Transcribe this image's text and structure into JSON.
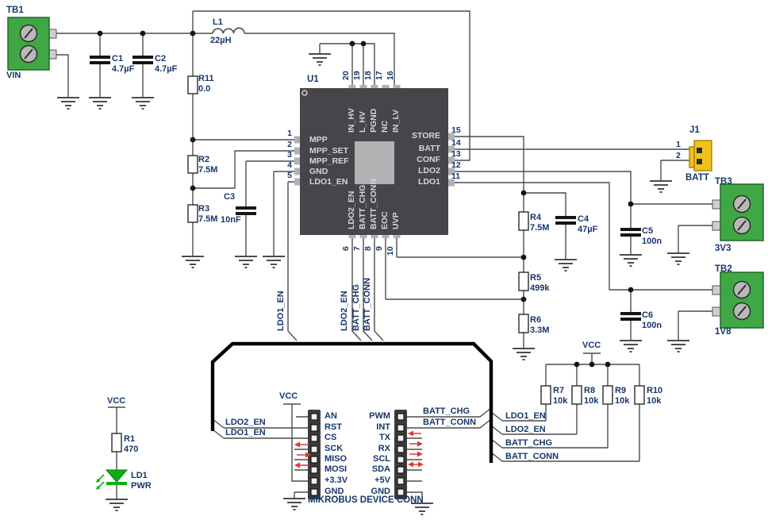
{
  "schematic": {
    "tb1": {
      "ref": "TB1",
      "net": "VIN"
    },
    "c1": {
      "ref": "C1",
      "val": "4.7µF"
    },
    "c2": {
      "ref": "C2",
      "val": "4.7µF"
    },
    "l1": {
      "ref": "L1",
      "val": "22µH"
    },
    "r11": {
      "ref": "R11",
      "val": "0.0"
    },
    "r2": {
      "ref": "R2",
      "val": "7.5M"
    },
    "r3": {
      "ref": "R3",
      "val": "7.5M"
    },
    "c3": {
      "ref": "C3",
      "val": "10nF"
    },
    "u1": {
      "ref": "U1",
      "left": [
        {
          "n": "1",
          "name": "MPP"
        },
        {
          "n": "2",
          "name": "MPP_SET"
        },
        {
          "n": "3",
          "name": "MPP_REF"
        },
        {
          "n": "4",
          "name": "GND"
        },
        {
          "n": "5",
          "name": "LDO1_EN"
        }
      ],
      "right": [
        {
          "n": "15",
          "name": "STORE"
        },
        {
          "n": "14",
          "name": "BATT"
        },
        {
          "n": "13",
          "name": "CONF"
        },
        {
          "n": "12",
          "name": "LDO2"
        },
        {
          "n": "11",
          "name": "LDO1"
        }
      ],
      "top": [
        {
          "n": "20",
          "name": "IN_HV"
        },
        {
          "n": "19",
          "name": "L_HV"
        },
        {
          "n": "18",
          "name": "PGND"
        },
        {
          "n": "17",
          "name": "NC"
        },
        {
          "n": "16",
          "name": "IN_LV"
        }
      ],
      "bottom": [
        {
          "n": "6",
          "name": "LDO2_EN"
        },
        {
          "n": "7",
          "name": "BATT_CHG"
        },
        {
          "n": "8",
          "name": "BATT_CONN"
        },
        {
          "n": "9",
          "name": "EOC"
        },
        {
          "n": "10",
          "name": "UVP"
        }
      ]
    },
    "r4": {
      "ref": "R4",
      "val": "7.5M"
    },
    "r5": {
      "ref": "R5",
      "val": "499k"
    },
    "r6": {
      "ref": "R6",
      "val": "3.3M"
    },
    "c4": {
      "ref": "C4",
      "val": "47µF"
    },
    "c5": {
      "ref": "C5",
      "val": "100n"
    },
    "c6": {
      "ref": "C6",
      "val": "100n"
    },
    "j1": {
      "ref": "J1",
      "p1": "1",
      "p2": "2",
      "net": "BATT"
    },
    "tb3": {
      "ref": "TB3",
      "net": "3V3"
    },
    "tb2": {
      "ref": "TB2",
      "net": "1V8"
    },
    "nets": {
      "ldo1_en": "LDO1_EN",
      "ldo2_en": "LDO2_EN",
      "batt_chg": "BATT_CHG",
      "batt_conn": "BATT_CONN",
      "vcc": "VCC"
    },
    "r7": {
      "ref": "R7",
      "val": "10k"
    },
    "r8": {
      "ref": "R8",
      "val": "10k"
    },
    "r9": {
      "ref": "R9",
      "val": "10k"
    },
    "r10": {
      "ref": "R10",
      "val": "10k"
    },
    "mikrobus": {
      "title": "MIKROBUS DEVICE CONN",
      "left": [
        "AN",
        "RST",
        "CS",
        "SCK",
        "MISO",
        "MOSI",
        "+3.3V",
        "GND"
      ],
      "right": [
        "PWM",
        "INT",
        "TX",
        "RX",
        "SCL",
        "SDA",
        "+5V",
        "GND"
      ]
    },
    "r1": {
      "ref": "R1",
      "val": "470"
    },
    "ld1": {
      "ref": "LD1",
      "net": "PWR"
    },
    "colors": {
      "wire": "#4c4c4c",
      "bus": "#000000",
      "text": "#17366b",
      "green": "#3fa844",
      "yellow": "#f2c21c",
      "red": "#e0353c",
      "led": "#0ab012"
    }
  }
}
